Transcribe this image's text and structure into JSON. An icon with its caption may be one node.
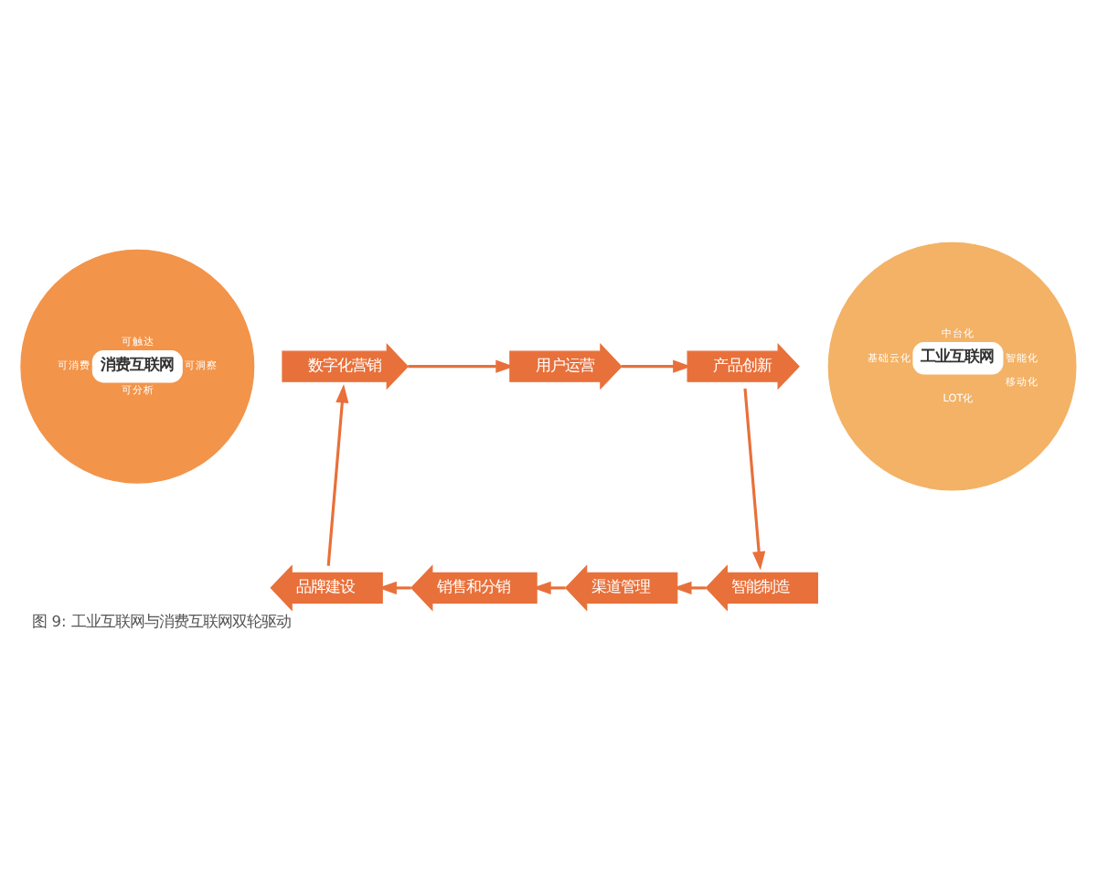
{
  "diagram": {
    "caption": "图 9: 工业互联网与消费互联网双轮驱动",
    "nodes": [
      {
        "text": [
          "用户运营"
        ]
      },
      {
        "text": [
          "数字化营销"
        ]
      },
      {
        "text": [
          "产品创新"
        ]
      },
      {
        "text": [
          "可触达",
          "可消费",
          "消费互联网",
          "可洞察",
          "可分析"
        ]
      },
      {
        "text": [
          "中台化",
          "基础云化",
          "工业互联网",
          "智能化",
          "移动化",
          "LOT化"
        ]
      },
      {
        "text": [
          "品牌建设"
        ]
      },
      {
        "text": [
          "智能制造"
        ]
      },
      {
        "text": [
          "销售和分销"
        ]
      },
      {
        "text": [
          "渠道管理"
        ]
      }
    ],
    "edges": [
      {
        "from": 0,
        "to": 2,
        "arrow": "to"
      },
      {
        "from": 2,
        "to": 6,
        "arrow": "to"
      },
      {
        "from": 6,
        "to": 8,
        "arrow": "to"
      },
      {
        "from": 8,
        "to": 7,
        "arrow": "to"
      },
      {
        "from": 7,
        "to": 5,
        "arrow": "to"
      },
      {
        "from": 5,
        "to": 1,
        "arrow": "to"
      },
      {
        "from": 1,
        "to": 0,
        "arrow": "to"
      }
    ]
  }
}
